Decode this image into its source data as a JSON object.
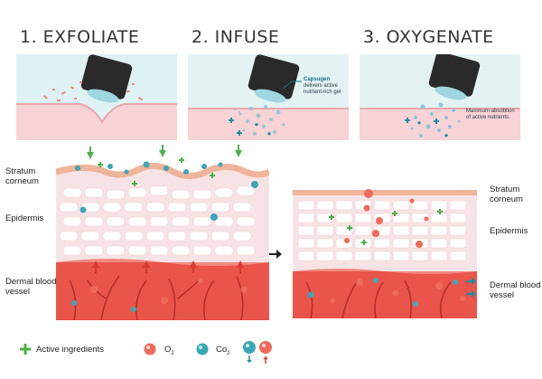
{
  "steps": [
    {
      "title": "1. EXFOLIATE"
    },
    {
      "title": "2. INFUSE",
      "callout_brand": "Capsugen",
      "callout_text": "delivers active nutrient-rich gel"
    },
    {
      "title": "3. OXYGENATE",
      "callout_text": "Maximum absobtion of active nutrients."
    }
  ],
  "labels": {
    "left_stratum": "Stratum corneum",
    "left_epidermis": "Epidermis",
    "left_dermal": "Dermal blood vessel",
    "right_stratum": "Stratum corneum",
    "right_epidermis": "Epidermis",
    "right_dermal": "Dermal blood vessel"
  },
  "legend": {
    "active": "Active ingredients",
    "o2": "O",
    "o2_sub": "2",
    "co2": "Co",
    "co2_sub": "2"
  },
  "colors": {
    "teal": "#3aa6b6",
    "red": "#e64a3c",
    "green": "#3aa84a",
    "skin_pink": "#f6c9c9",
    "dermis_red": "#e9544b",
    "device": "#2a2a2a"
  },
  "icons": [
    "plus-icon",
    "o2-bubble-icon",
    "co2-bubble-icon",
    "arrow-right-icon",
    "device-head-icon"
  ]
}
